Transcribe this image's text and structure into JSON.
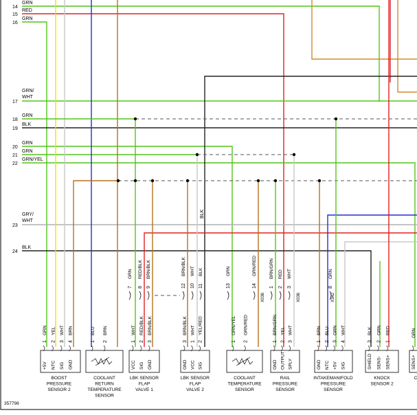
{
  "colors": {
    "GRN": "#52c41a",
    "RED": "#e02020",
    "YEL": "#f0e000",
    "WHT": "#c8c8c8",
    "BLU": "#1f2fd0",
    "BRN": "#b5711e",
    "BLK": "#222222",
    "GRY": "#b0b0b0",
    "ORN": "#d08a2a",
    "DASH": "#555555"
  },
  "figure_id": "357798",
  "row_labels": [
    {
      "num": "14",
      "label": "GRN"
    },
    {
      "num": "15",
      "label": "RED"
    },
    {
      "num": "16",
      "label": "GRN"
    },
    {
      "num": "17",
      "label": "GRN/\nWHT"
    },
    {
      "num": "18",
      "label": "GRN"
    },
    {
      "num": "19",
      "label": "BLK"
    },
    {
      "num": "20",
      "label": "GRN"
    },
    {
      "num": "21",
      "label": "GRN"
    },
    {
      "num": "22",
      "label": "GRN/YEL"
    },
    {
      "num": "23",
      "label": "GRY/\nWHT"
    },
    {
      "num": "24",
      "label": "BLK"
    }
  ],
  "components": [
    {
      "name": "BOOST\nPRESSURE\nSENSOR 2",
      "pins": [
        {
          "n": "1",
          "lbl": "+5V",
          "wire": "GRN"
        },
        {
          "n": "2",
          "lbl": "NTC",
          "wire": "YEL"
        },
        {
          "n": "3",
          "lbl": "SIG",
          "wire": "WHT"
        },
        {
          "n": "4",
          "lbl": "GND",
          "wire": "BRN"
        }
      ]
    },
    {
      "name": "COOLANT\nRETURN\nTEMPERATURE\nSENSOR",
      "pins": [
        {
          "n": "1",
          "lbl": "",
          "wire": "BLU"
        },
        {
          "n": "2",
          "lbl": "",
          "wire": "BRN"
        }
      ]
    },
    {
      "name": "LBK SENSOR\nFLAP\nVALVE 1",
      "pins": [
        {
          "n": "1",
          "lbl": "VCC",
          "wire": "WHT"
        },
        {
          "n": "2",
          "lbl": "SIG",
          "wire": "RED/BLK"
        },
        {
          "n": "3",
          "lbl": "GND",
          "wire": "BRN/BLK"
        }
      ]
    },
    {
      "name": "LBK SENSOR\nFLAP\nVALVE 2",
      "pins": [
        {
          "n": "3",
          "lbl": "GND",
          "wire": "BRN/BLK"
        },
        {
          "n": "1",
          "lbl": "VCC",
          "wire": "WHT"
        },
        {
          "n": "2",
          "lbl": "SIG",
          "wire": "YEL/RED"
        }
      ]
    },
    {
      "name": "COOLANT\nTEMPERATURE\nSENSOR",
      "pins": [
        {
          "n": "1",
          "lbl": "",
          "wire": "GRN/YEL"
        },
        {
          "n": "2",
          "lbl": "",
          "wire": "GRN/RED"
        }
      ]
    },
    {
      "name": "RAIL\nPRESSURE\nSENSOR",
      "pins": [
        {
          "n": "1",
          "lbl": "GND",
          "wire": "BRN/GRN"
        },
        {
          "n": "2",
          "lbl": "OUTPUT",
          "wire": "YEL"
        },
        {
          "n": "3",
          "lbl": "SPLY",
          "wire": "WHT"
        }
      ]
    },
    {
      "name": "INTAKEMANIFOLD\nPRESSURE\nSENSOR",
      "pins": [
        {
          "n": "1",
          "lbl": "GND",
          "wire": "BRN"
        },
        {
          "n": "2",
          "lbl": "NTC",
          "wire": "BLU"
        },
        {
          "n": "3",
          "lbl": "+5V",
          "wire": "GRN"
        },
        {
          "n": "4",
          "lbl": "SIG",
          "wire": "WHT"
        }
      ]
    },
    {
      "name": "KNOCK\nSENSOR 2",
      "pins": [
        {
          "n": "3",
          "lbl": "SHIELD",
          "wire": "BLK"
        },
        {
          "n": "2",
          "lbl": "SENS-",
          "wire": "GRN"
        },
        {
          "n": "1",
          "lbl": "SENS+",
          "wire": "RED"
        }
      ]
    },
    {
      "name": "C",
      "pins": [
        {
          "n": "",
          "lbl": "SENS+",
          "wire": "GRN"
        }
      ]
    }
  ],
  "harness_pins": [
    {
      "n": "7",
      "wire": "GRN"
    },
    {
      "n": "8",
      "wire": "RED/BLK"
    },
    {
      "n": "9",
      "wire": "BRN/BLK"
    },
    {
      "n": "12",
      "wire": "BRN/BLK"
    },
    {
      "n": "10",
      "wire": "WHT"
    },
    {
      "n": "11",
      "wire": "BLK"
    },
    {
      "n": "13",
      "wire": "GRN"
    },
    {
      "n": "14",
      "wire": "GRN/RED"
    },
    {
      "n": "1",
      "wire": "BRN/GRN"
    },
    {
      "n": "2",
      "wire": "RED"
    },
    {
      "n": "3",
      "wire": "WHT"
    },
    {
      "n": "8",
      "wire": "GRN"
    }
  ],
  "connector_labels": [
    "X036",
    "X036",
    "X342"
  ],
  "mid_labels": [
    {
      "text": "BLK"
    }
  ]
}
